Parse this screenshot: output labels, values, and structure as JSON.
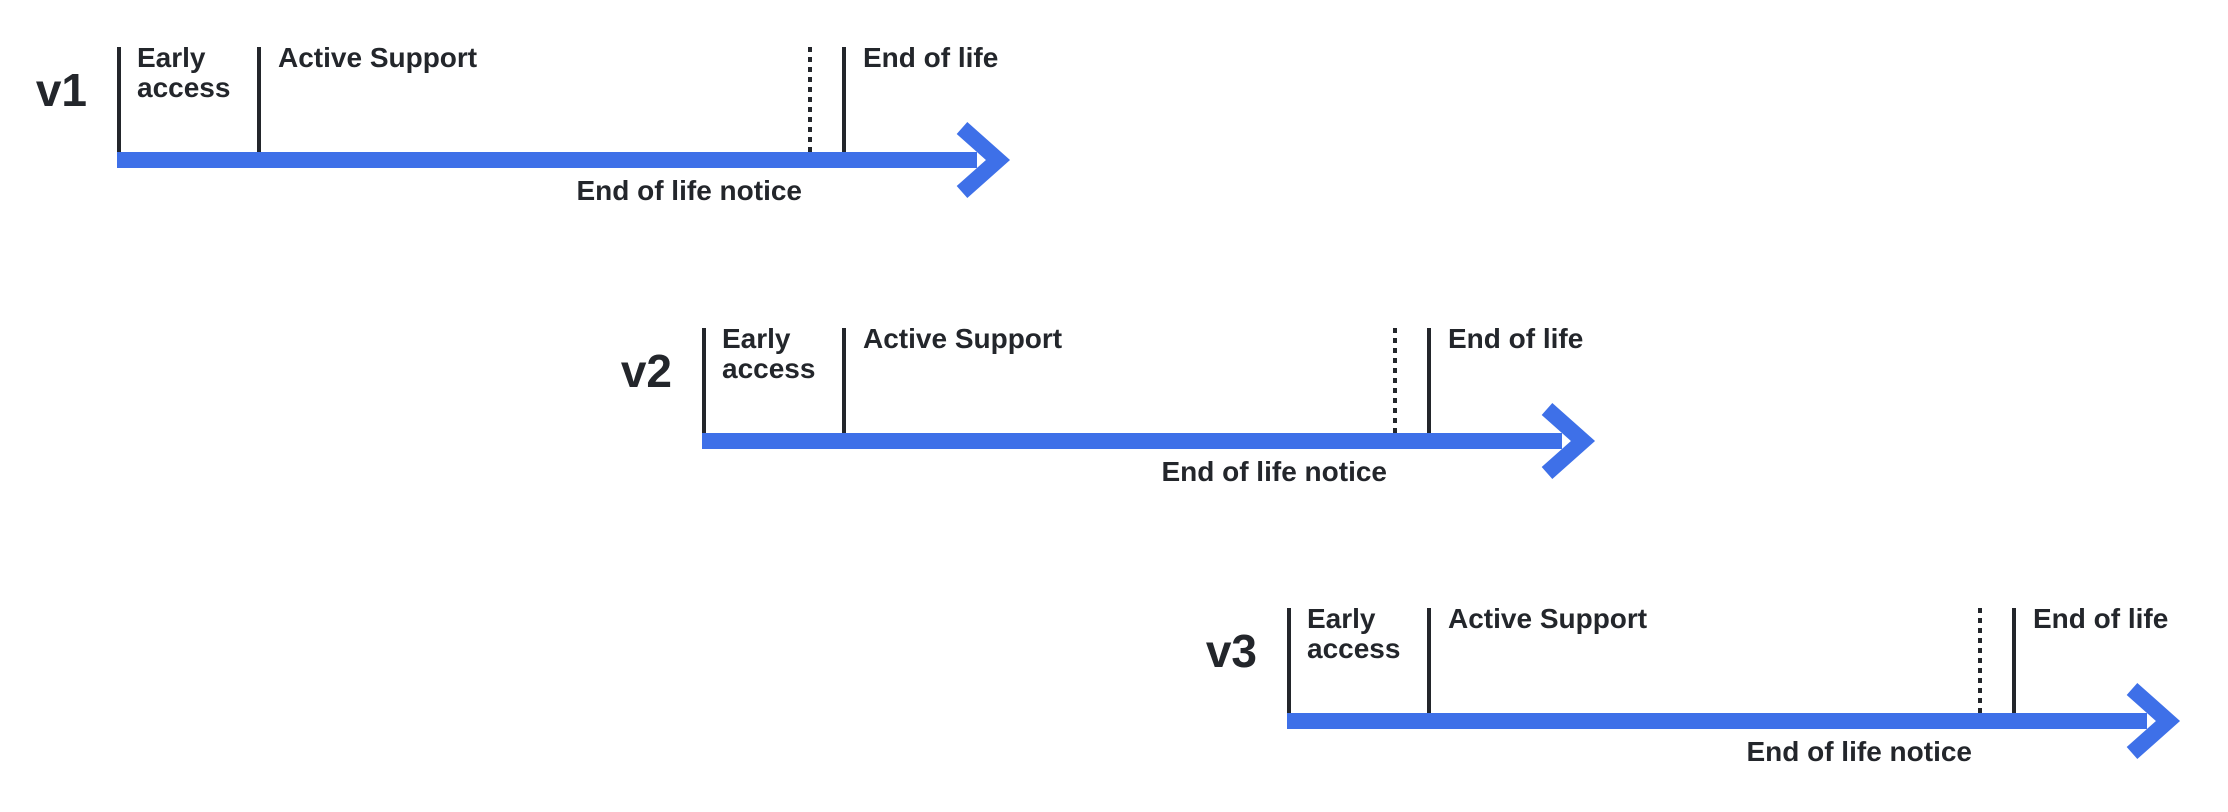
{
  "diagram": {
    "title": "version-release-lifecycle-timelines",
    "colors": {
      "arrow_blue": "#3E70E8",
      "ink": "#23262B",
      "background": "#FFFFFF"
    },
    "timelines": [
      {
        "version": "v1",
        "early_access_line1": "Early",
        "early_access_line2": "access",
        "active_support": "Active Support",
        "end_of_life": "End of life",
        "end_of_life_notice": "End of life notice"
      },
      {
        "version": "v2",
        "early_access_line1": "Early",
        "early_access_line2": "access",
        "active_support": "Active Support",
        "end_of_life": "End of life",
        "end_of_life_notice": "End of life notice"
      },
      {
        "version": "v3",
        "early_access_line1": "Early",
        "early_access_line2": "access",
        "active_support": "Active Support",
        "end_of_life": "End of life",
        "end_of_life_notice": "End of life notice"
      }
    ]
  }
}
